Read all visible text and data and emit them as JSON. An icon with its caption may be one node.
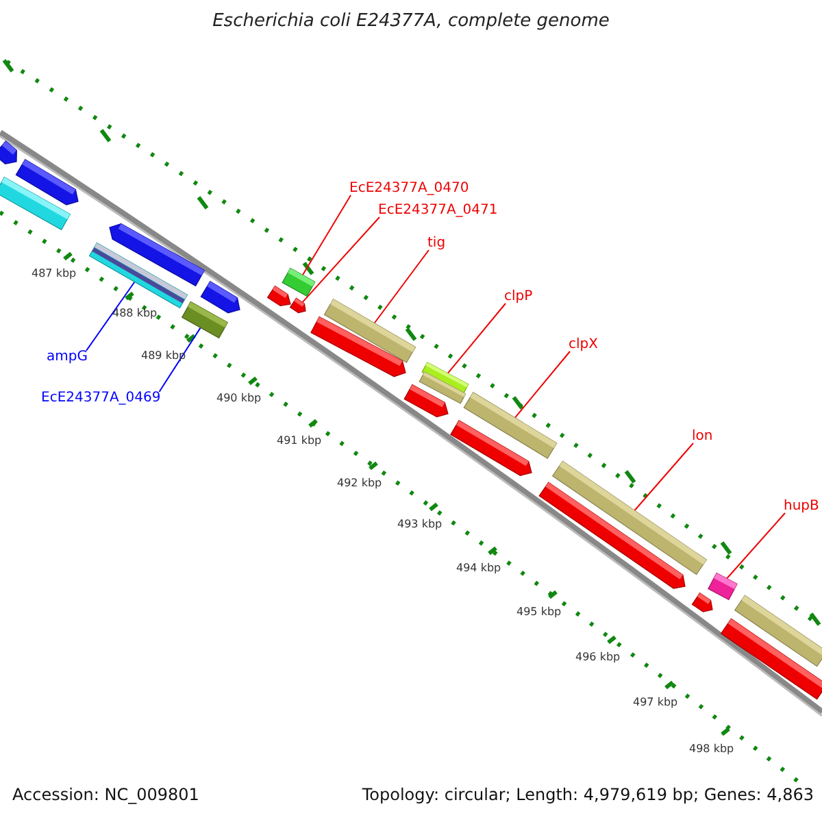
{
  "diagram": {
    "title": "Escherichia coli E24377A, complete genome",
    "nodes": [
      {
        "text": [
          "ampG"
        ]
      },
      {
        "text": [
          "EcE24377A_0469"
        ]
      },
      {
        "text": [
          "EcE24377A_0470"
        ]
      },
      {
        "text": [
          "EcE24377A_0471"
        ]
      },
      {
        "text": [
          "tig"
        ]
      },
      {
        "text": [
          "clpP"
        ]
      },
      {
        "text": [
          "clpX"
        ]
      },
      {
        "text": [
          "lon"
        ]
      },
      {
        "text": [
          "hupB"
        ]
      },
      {
        "text": [],
        "shape": "bar"
      },
      {
        "text": [],
        "shape": "bar"
      },
      {
        "text": [],
        "shape": "bar"
      },
      {
        "text": [],
        "shape": "bar"
      },
      {
        "text": [],
        "shape": "bar"
      },
      {
        "text": [],
        "shape": "bar"
      },
      {
        "text": [],
        "shape": "bar"
      },
      {
        "text": [],
        "shape": "bar"
      },
      {
        "text": [],
        "shape": "bar"
      },
      {
        "text": [],
        "shape": "bar"
      },
      {
        "text": [],
        "shape": "bar"
      },
      {
        "text": [],
        "shape": "bar"
      },
      {
        "text": [],
        "shape": "bar"
      },
      {
        "text": [],
        "shape": "bar"
      },
      {
        "text": [],
        "shape": "bar"
      },
      {
        "text": [],
        "shape": "bar"
      },
      {
        "text": [],
        "shape": "bar"
      },
      {
        "text": [],
        "shape": "bar"
      },
      {
        "text": [],
        "shape": "bar"
      },
      {
        "text": [],
        "shape": "bar"
      },
      {
        "text": [],
        "shape": "bar"
      },
      {
        "text": [],
        "shape": "bar"
      },
      {
        "text": [],
        "shape": "bar"
      }
    ],
    "edges": [
      {
        "from": 0,
        "to": 9,
        "arrow": "none",
        "color": "#0000ff"
      },
      {
        "from": 1,
        "to": 10,
        "arrow": "none",
        "color": "#0000ff"
      },
      {
        "from": 2,
        "to": 11,
        "arrow": "none"
      },
      {
        "from": 3,
        "to": 12,
        "arrow": "none"
      },
      {
        "from": 4,
        "to": 13,
        "arrow": "none"
      },
      {
        "from": 5,
        "to": 14,
        "arrow": "none"
      },
      {
        "from": 6,
        "to": 15,
        "arrow": "none"
      },
      {
        "from": 7,
        "to": 16,
        "arrow": "none"
      },
      {
        "from": 8,
        "to": 17,
        "arrow": "none"
      }
    ],
    "labels": [
      "487 kbp",
      "488 kbp",
      "489 kbp",
      "490 kbp",
      "491 kbp",
      "492 kbp",
      "493 kbp",
      "494 kbp",
      "495 kbp",
      "496 kbp",
      "497 kbp",
      "498 kbp",
      "Accession: NC_009801",
      "Topology: circular; Length: 4,979,619 bp; Genes: 4,863"
    ]
  }
}
